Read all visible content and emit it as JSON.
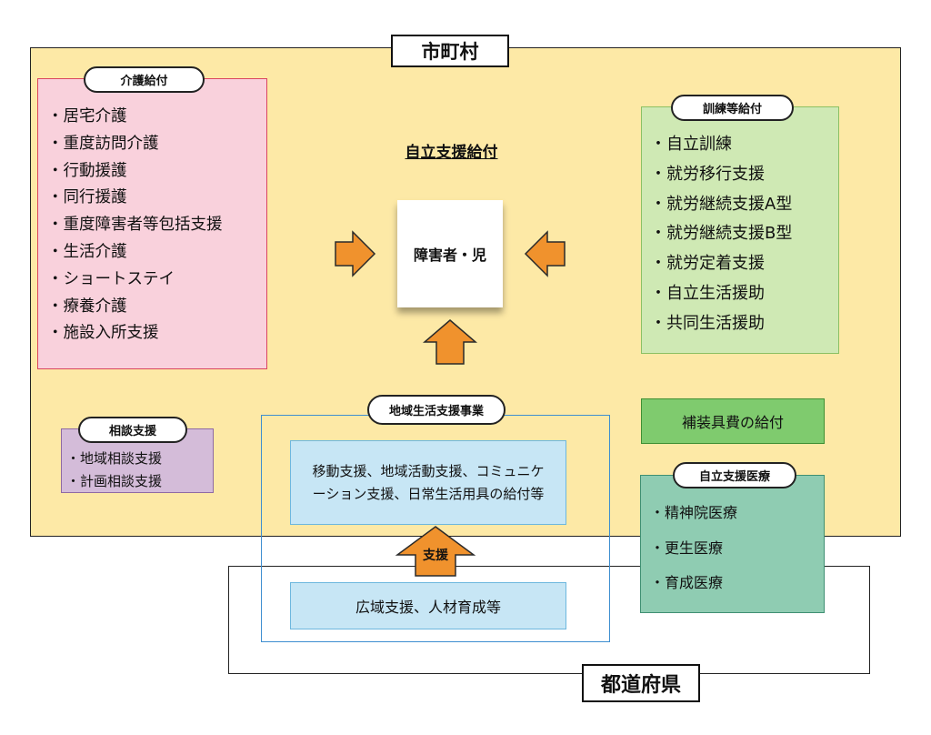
{
  "regions": {
    "municipality": "市町村",
    "prefecture": "都道府県"
  },
  "center": {
    "service_label": "自立支援給付",
    "person": "障害者・児"
  },
  "kaigo": {
    "title": "介護給付",
    "items": [
      "・居宅介護",
      "・重度訪問介護",
      "・行動援護",
      "・同行援護",
      "・重度障害者等包括支援",
      "・生活介護",
      "・ショートステイ",
      "・療養介護",
      "・施設入所支援"
    ]
  },
  "kunren": {
    "title": "訓練等給付",
    "items": [
      "・自立訓練",
      "・就労移行支援",
      "・就労継続支援A型",
      "・就労継続支援B型",
      "・就労定着支援",
      "・自立生活援助",
      "・共同生活援助"
    ]
  },
  "soudan": {
    "title": "相談支援",
    "items": [
      "・地域相談支援",
      "・計画相談支援"
    ]
  },
  "chiiki": {
    "title": "地域生活支援事業",
    "line1": "移動支援、地域活動支援、コミュニケ",
    "line2": "ーション支援、日常生活用具の給付等",
    "support_label": "支援",
    "prefecture_item": "広域支援、人材育成等"
  },
  "hosougu": "補装具費の給付",
  "iryou": {
    "title": "自立支援医療",
    "items": [
      "・精神院医療",
      "・更生医療",
      "・育成医療"
    ]
  },
  "colors": {
    "arrow_fill": "#f0922d",
    "arrow_stroke": "#2a2a2a"
  }
}
